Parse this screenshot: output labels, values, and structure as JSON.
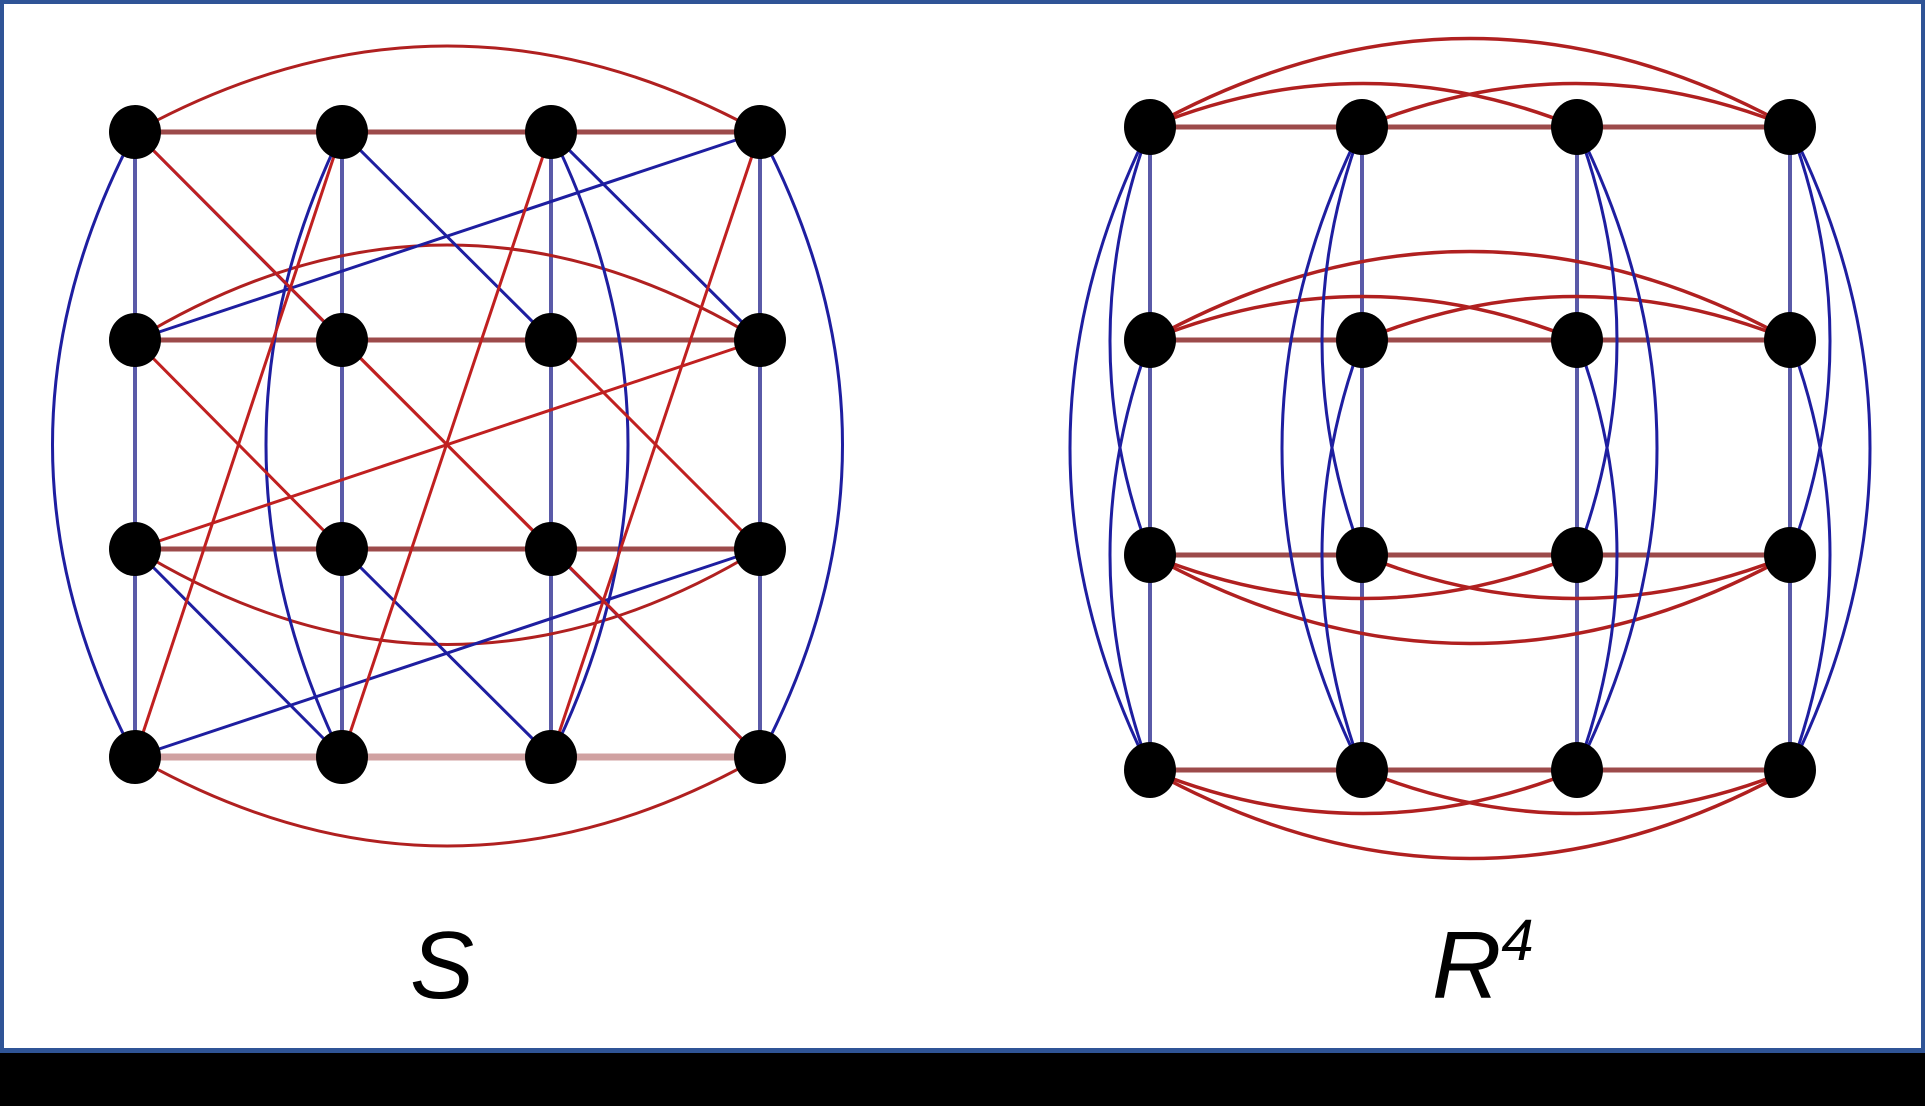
{
  "colors": {
    "border": "#2F5496",
    "background": "#FFFFFF",
    "red_edge": "#B02020",
    "blue_edge": "#1E1EA0",
    "grid_blue": "#5A5AA8",
    "node": "#000000",
    "bottom_strip": "#000000"
  },
  "diagrams": [
    {
      "id": "S",
      "label": "S",
      "superscript": "",
      "description": "4x4 grid graph with red horizontal/red cross edges and blue vertical/blue cross edges",
      "grid": {
        "cols_x": [
          135,
          342,
          551,
          760
        ],
        "rows_y": [
          132,
          340,
          549,
          757
        ]
      }
    },
    {
      "id": "R4",
      "label": "R",
      "superscript": "4",
      "description": "4x4 rook's graph: red arcs connect all nodes in each row, blue arcs connect all nodes in each column",
      "grid": {
        "cols_x": [
          1150,
          1362,
          1577,
          1790
        ],
        "rows_y": [
          127,
          340,
          555,
          770
        ]
      }
    }
  ]
}
